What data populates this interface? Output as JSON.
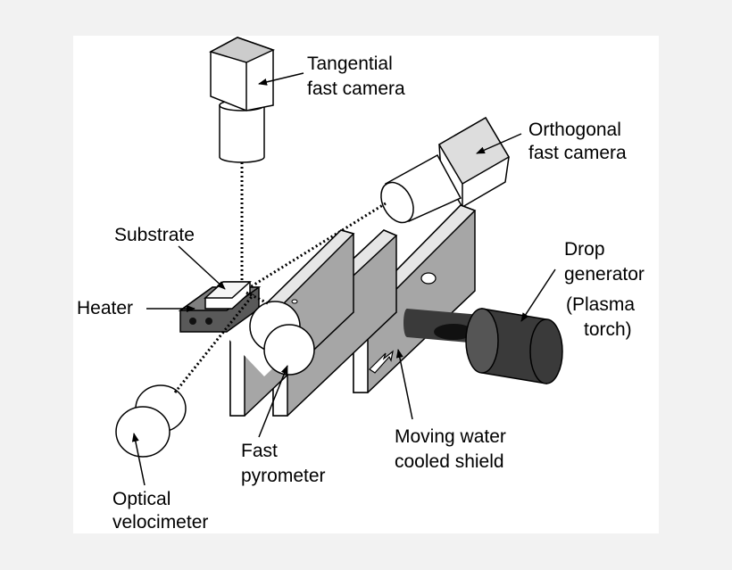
{
  "labels": {
    "tangential_camera": [
      "Tangential",
      "fast camera"
    ],
    "orthogonal_camera": [
      "Orthogonal",
      "fast camera"
    ],
    "substrate": "Substrate",
    "heater": "Heater",
    "drop_generator": [
      "Drop",
      "generator",
      "(Plasma",
      "torch)"
    ],
    "fast_pyrometer": [
      "Fast",
      "pyrometer"
    ],
    "moving_shield": [
      "Moving water",
      "cooled shield"
    ],
    "optical_velocimeter": [
      "Optical",
      "velocimeter"
    ]
  },
  "colors": {
    "background": "#f2f2f2",
    "panel": "#ffffff",
    "outline": "#000000",
    "shield_gray": "#a6a6a6",
    "heater_dark": "#595959",
    "torch_dark": "#3a3a3a"
  }
}
